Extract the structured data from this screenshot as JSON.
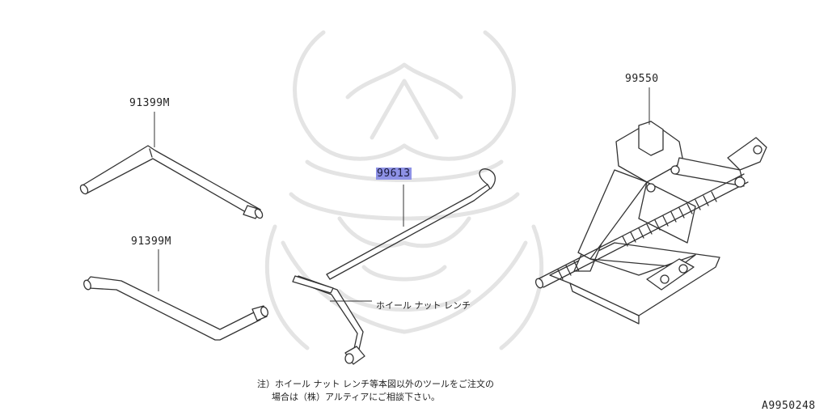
{
  "parts": [
    {
      "id": "wrench-top",
      "number": "91399M"
    },
    {
      "id": "wrench-bottom",
      "number": "91399M"
    },
    {
      "id": "jack-handle",
      "number": "99613"
    },
    {
      "id": "jack",
      "number": "99550"
    }
  ],
  "callout_text": "ホイール ナット レンチ",
  "note_line1": "注）ホイール ナット レンチ等本図以外のツールをご注文の",
  "note_line2": "場合は（株）アルティアにご相談下さい。",
  "diagram_code": "A9950248",
  "selected_part": "99613",
  "colors": {
    "highlight": "#8e92e6",
    "line": "#333333",
    "watermark": "#e4e4e4"
  }
}
